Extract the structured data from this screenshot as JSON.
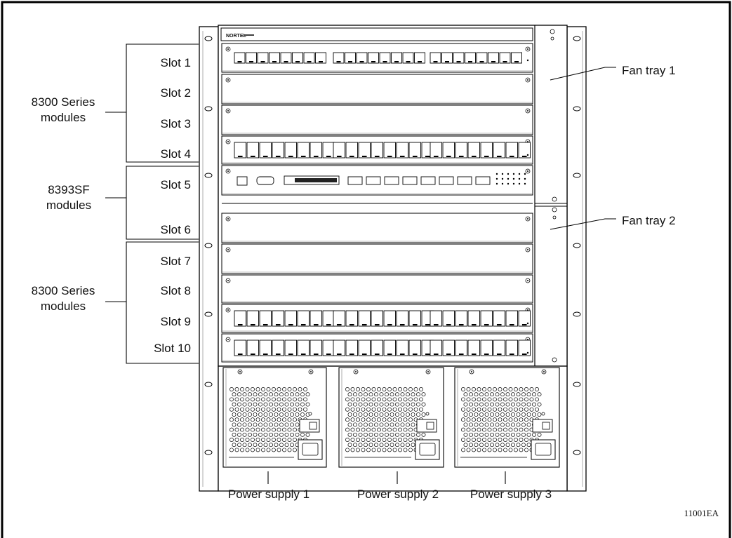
{
  "slots": [
    "Slot 1",
    "Slot 2",
    "Slot 3",
    "Slot 4",
    "Slot 5",
    "Slot 6",
    "Slot 7",
    "Slot 8",
    "Slot 9",
    "Slot 10"
  ],
  "groups": [
    {
      "line1": "8300 Series",
      "line2": "modules"
    },
    {
      "line1": "8393SF",
      "line2": "modules"
    },
    {
      "line1": "8300 Series",
      "line2": "modules"
    }
  ],
  "fan_trays": [
    "Fan tray 1",
    "Fan tray 2"
  ],
  "power_supplies": [
    "Power supply 1",
    "Power supply 2",
    "Power supply 3"
  ],
  "brand": "NORTEL",
  "figure_id": "11001EA"
}
